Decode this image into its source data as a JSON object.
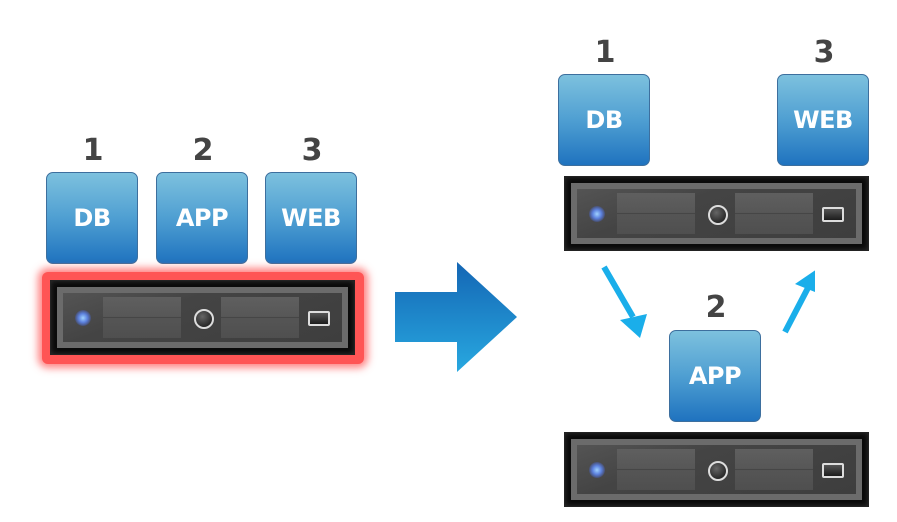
{
  "diagram": {
    "title": "Consolidated single server split into distributed tiers",
    "left": {
      "tiers": [
        {
          "number": "1",
          "label": "DB"
        },
        {
          "number": "2",
          "label": "APP"
        },
        {
          "number": "3",
          "label": "WEB"
        }
      ],
      "server": {
        "state": "overloaded",
        "highlight_color": "#ff4444"
      }
    },
    "transition_arrow": {
      "direction": "right",
      "color": "#1e88d0"
    },
    "right": {
      "top_tiers": [
        {
          "number": "1",
          "label": "DB"
        },
        {
          "number": "3",
          "label": "WEB"
        }
      ],
      "bottom_tier": {
        "number": "2",
        "label": "APP"
      },
      "flow_arrows": [
        {
          "from": "top-server",
          "to": "APP",
          "direction": "down-right"
        },
        {
          "from": "APP",
          "to": "top-server",
          "direction": "up-right"
        }
      ],
      "flow_color": "#1aaeea"
    },
    "colors": {
      "box_top": "#7dc1de",
      "box_bottom": "#1f73bf",
      "number_text": "#444444",
      "server_frame": "#0a0a0a",
      "server_bezel": "#6b6b6b"
    }
  }
}
